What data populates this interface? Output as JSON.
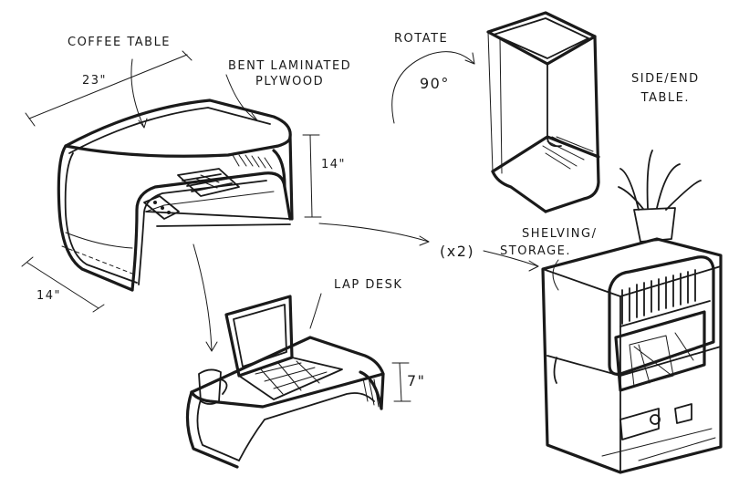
{
  "sketches": {
    "coffee_table": {
      "title": "COFFEE TABLE",
      "material_line1": "BENT LAMINATED",
      "material_line2": "PLYWOOD",
      "dim_width": "23\"",
      "dim_depth": "14\"",
      "dim_height": "14\""
    },
    "side_table": {
      "rotate_label": "ROTATE",
      "rotate_angle": "90°",
      "title_line1": "SIDE/END",
      "title_line2": "TABLE."
    },
    "lap_desk": {
      "title": "LAP DESK",
      "dim_height": "7\""
    },
    "shelving": {
      "multiplier": "(x2)",
      "title_line1": "SHELVING/",
      "title_line2": "STORAGE."
    }
  },
  "colors": {
    "ink": "#1a1a1a",
    "paper": "#ffffff"
  }
}
